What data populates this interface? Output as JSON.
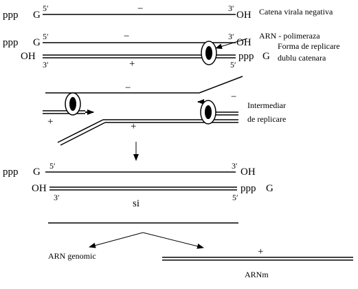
{
  "colors": {
    "line": "#000000",
    "background": "#ffffff",
    "fill": "#000000"
  },
  "neg_strand": {
    "ppp": "ppp",
    "g": "G",
    "five_prime": "5′",
    "sign": "−",
    "three_prime": "3′",
    "oh": "OH",
    "label": "Catena virala negativa"
  },
  "ds_form": {
    "top_ppp": "ppp",
    "top_g": "G",
    "top_five_prime": "5′",
    "top_sign": "−",
    "top_three_prime": "3′",
    "top_oh": "OH",
    "polymerase_label": "ARN - polimeraza",
    "bottom_oh": "OH",
    "bottom_three_prime": "3′",
    "bottom_sign": "+",
    "bottom_five_prime": "5′",
    "bottom_ppp": "ppp",
    "bottom_g": "G",
    "label_line1": "Forma de replicare",
    "label_line2": "dublu catenara"
  },
  "intermediate": {
    "top_sign": "−",
    "right_sign": "−",
    "left_plus": "+",
    "middle_plus": "+",
    "label_line1": "Intermediar",
    "label_line2": "de replicare"
  },
  "products": {
    "ppp": "ppp",
    "g": "G",
    "five_prime": "5′",
    "three_prime": "3′",
    "oh": "OH",
    "bottom_oh": "OH",
    "bottom_three_prime": "3′",
    "bottom_five_prime": "5′",
    "bottom_ppp": "ppp",
    "bottom_g": "G",
    "and_word": "si",
    "genomic_label": "ARN genomic",
    "mrna_sign": "+",
    "mrna_label": "ARNm"
  },
  "icons": {
    "polymerase": "polymerase-oval-icon",
    "arrow": "arrow-icon"
  }
}
